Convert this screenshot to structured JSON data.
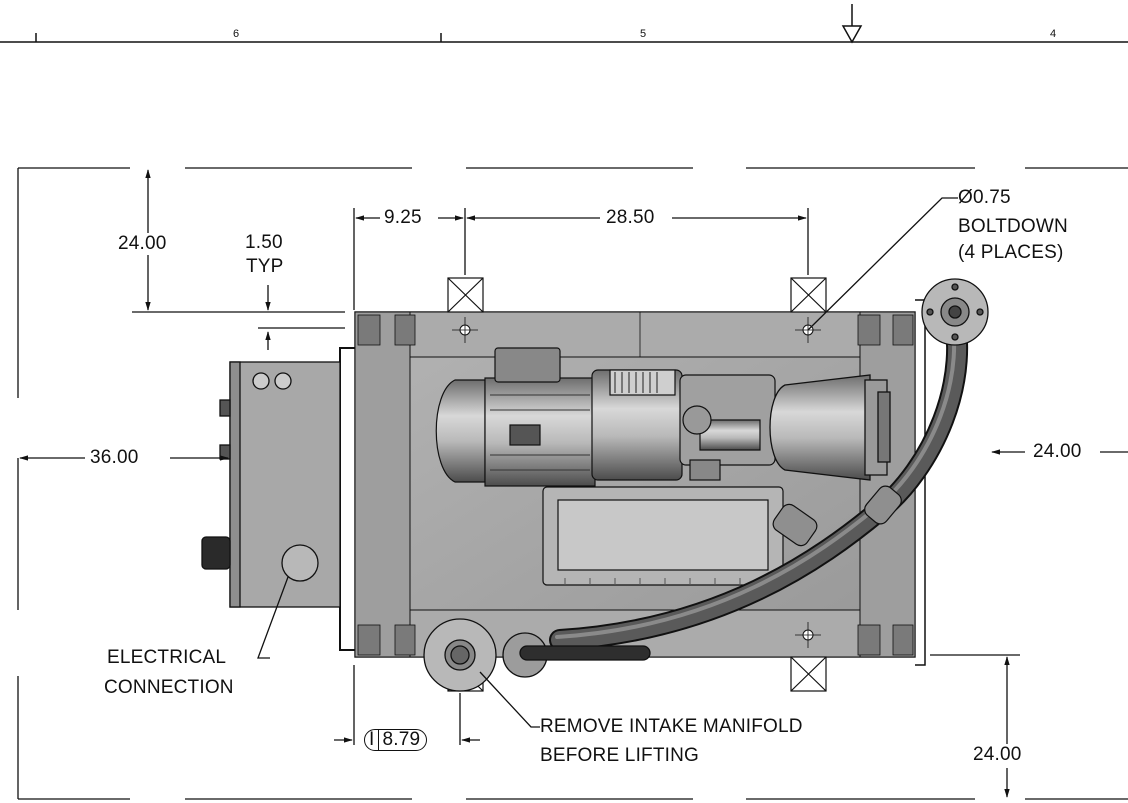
{
  "title_block": {
    "zones": [
      "6",
      "5",
      "4"
    ]
  },
  "dimensions": {
    "top_clearance": "24.00",
    "rail_height": "1.50",
    "rail_height_note": "TYP",
    "left_offset": "9.25",
    "bolt_spacing": "28.50",
    "left_clearance": "36.00",
    "right_clearance": "24.00",
    "bottom_clearance": "24.00",
    "intake_offset": "8.79",
    "intake_offset_symbol": "I"
  },
  "callouts": {
    "boltdown_diameter": "Ø0.75",
    "boltdown_label": "BOLTDOWN",
    "boltdown_qty": "(4 PLACES)",
    "electrical_line1": "ELECTRICAL",
    "electrical_line2": "CONNECTION",
    "intake_line1": "REMOVE INTAKE MANIFOLD",
    "intake_line2": "BEFORE LIFTING"
  },
  "colors": {
    "line": "#111111",
    "skid": "#a4a4a4",
    "motor": "#8c8c8c",
    "hose": "#3a3a3a"
  }
}
